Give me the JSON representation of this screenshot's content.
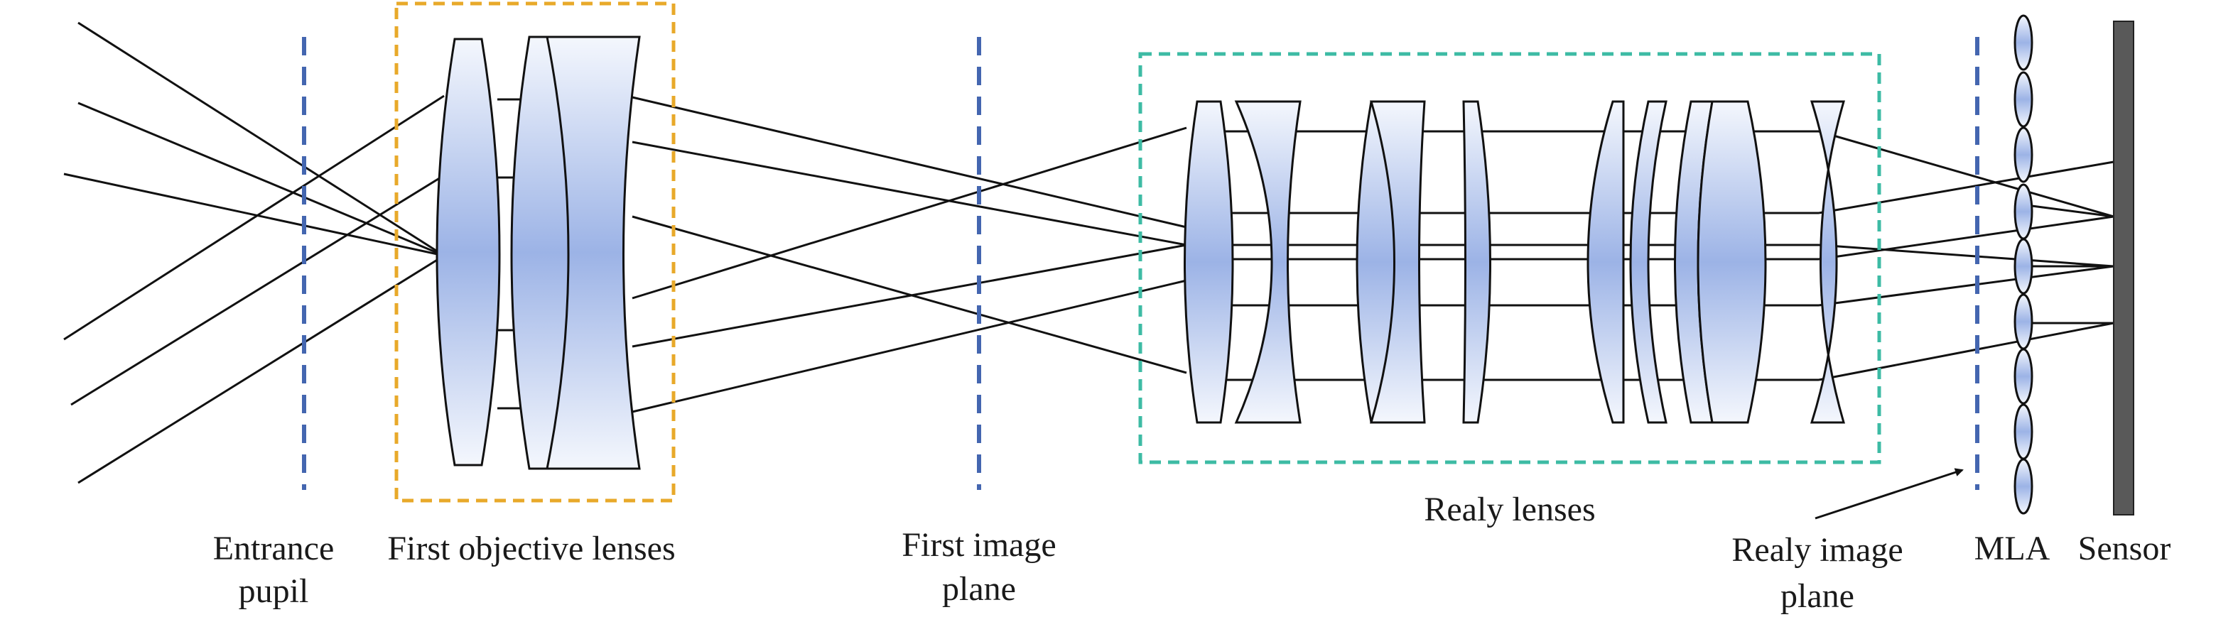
{
  "labels": {
    "entrance_pupil": [
      "Entrance",
      "pupil"
    ],
    "first_objective": "First objective lenses",
    "first_image_plane": [
      "First image",
      "plane"
    ],
    "relay_lenses": "Realy lenses",
    "relay_image_plane": [
      "Realy image",
      "plane"
    ],
    "mla": "MLA",
    "sensor": "Sensor"
  },
  "colors": {
    "ray": "#111111",
    "image_plane": "#4466b0",
    "objective_box": "#e8a92a",
    "relay_box": "#3dbba4",
    "lens_center": "#9cb3e6",
    "lens_edge": "#f4f7fd",
    "lens_outline": "#111111",
    "sensor": "#595959"
  }
}
